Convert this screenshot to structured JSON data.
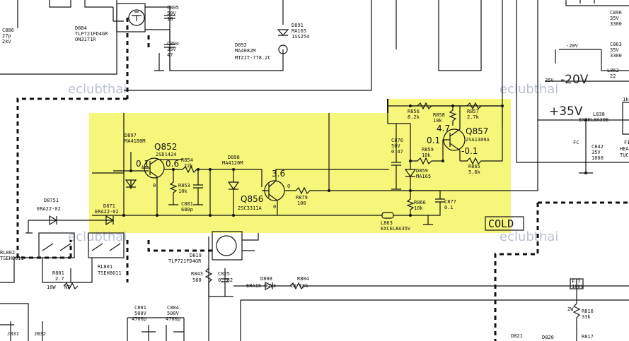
{
  "diagram": {
    "highlight_color": "#f6f67a",
    "watermark": "eclubthai",
    "labels": {
      "c886": "C886",
      "c886v": "27p",
      "c886r": "2kV",
      "d884": "D884",
      "d884p": "TLP721FD4GR",
      "d884o": "ON3171R",
      "c895": "C895",
      "c895v": "50V",
      "c895c": "10",
      "c894": "C894",
      "c894v": "35V",
      "c894c": "47",
      "d891": "D891",
      "d891p": "MA165",
      "d891a": "1SS254",
      "d892": "D892",
      "d892p": "MA4082M",
      "d892a": "MTZJT-778.2C",
      "c896": "C896",
      "c896v": "35V",
      "c896c": "3300",
      "m20": "-20V",
      "c863": "C863",
      "c863v": "35V",
      "c863c": "3300",
      "v35": "35V",
      "l862": "L862",
      "l862c": "22",
      "big_m20": "-20V",
      "big_p35": "+35V",
      "l838": "L838",
      "l838p": "EXCEL8A39E",
      "fc": "FC",
      "c842": "C842",
      "c842v": "35V",
      "c842c": "1000",
      "heat": "HEA",
      "tuc": "TUC",
      "f1": "F1",
      "k1": "1k",
      "r856": "R856",
      "r856v": "8.2k",
      "r858": "R858",
      "r858v": "10k",
      "r857": "R857",
      "r857v": "2.7k",
      "v47": "4.7",
      "q857": "Q857",
      "q857p": "2SA1309A",
      "c876": "C876",
      "c876v": "50V",
      "c876c": "0.47",
      "v01b": "0.1",
      "r859": "R859",
      "r859v": "10k",
      "vm01": "-0.1",
      "r865": "R865",
      "r865v": "5.6k",
      "d859": "D859",
      "d859p": "MA165",
      "r866": "R866",
      "r866v": "10k",
      "c877": "C877",
      "c877v": "0.1",
      "l863": "L863",
      "l863p": "EXCEL8A35V",
      "cold": "COLD",
      "d897": "D897",
      "d897p": "MA4180M",
      "q852": "Q852",
      "q852p": "2SD1424",
      "v01": "0.1",
      "v06": "0.6",
      "v0a": "0",
      "r854": "R854",
      "r854v": "22k",
      "r853": "R853",
      "r853v": "10k",
      "c881": "C881",
      "c881v": "680p",
      "d898": "D898",
      "d898p": "MA4120M",
      "v36": "3.6",
      "v0b": "0",
      "v0c": "0",
      "q856": "Q856",
      "q856p": "2SC3311A",
      "r879": "R879",
      "r879v": "100",
      "d8751": "D8751",
      "d8751p": "ERA22-02",
      "d871": "D871",
      "d871p": "ERA22-02",
      "rl802": "RL802",
      "rl802p": "TSEH8011",
      "rl801": "RL801",
      "rl801p": "TSEH8011",
      "r801": "R801",
      "r801v": "2.7",
      "r801w": "10W",
      "r801n": "NF",
      "d819": "D819",
      "d819p": "TLP721FD4GR",
      "r843": "R843",
      "r843v": "560",
      "c825": "C825",
      "c825v": "0.082",
      "d808": "D808",
      "d808p": "ERA15-04V3",
      "r804": "R804",
      "r804v": "2W 18k",
      "f7": "F-7",
      "f7b": "180V",
      "r816": "R816",
      "r816v": "33k",
      "w2": "2W",
      "c801": "C801",
      "c801v": "500V",
      "c801c": "4700p",
      "c804": "C804",
      "c804v": "500V",
      "c804c": "4700p",
      "jb31": "JB31",
      "jb32": "JB32",
      "d821": "D821",
      "d820": "D820",
      "r817": "R817"
    }
  }
}
